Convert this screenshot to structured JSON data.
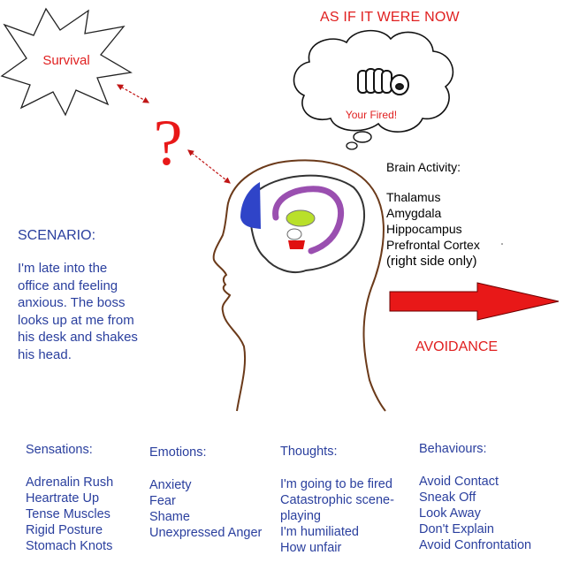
{
  "header": {
    "title": "AS IF IT WERE NOW"
  },
  "thought_bubble": {
    "speech": "Your Fired!"
  },
  "starburst": {
    "label": "Survival"
  },
  "question_mark": "?",
  "scenario": {
    "title": "SCENARIO:",
    "lines": [
      "I'm late into the",
      "office and feeling",
      "anxious. The boss",
      "looks up at me from",
      "his desk and shakes",
      "his head."
    ]
  },
  "brain_activity": {
    "title": "Brain Activity:",
    "regions": [
      "Thalamus",
      "Amygdala",
      "Hippocampus",
      "Prefrontal Cortex"
    ],
    "note": "(right side only)"
  },
  "outcome": {
    "label": "AVOIDANCE"
  },
  "columns": [
    {
      "header": "Sensations:",
      "items": [
        "Adrenalin Rush",
        "Heartrate Up",
        "Tense Muscles",
        "Rigid Posture",
        "Stomach Knots"
      ]
    },
    {
      "header": "Emotions:",
      "items": [
        "Anxiety",
        "Fear",
        "Shame",
        "Unexpressed Anger"
      ]
    },
    {
      "header": "Thoughts:",
      "items": [
        "I'm going to be fired",
        "Catastrophic scene-",
        "playing",
        "I'm humiliated",
        "How unfair"
      ]
    },
    {
      "header": "Behaviours:",
      "items": [
        "Avoid Contact",
        "Sneak Off",
        "Look Away",
        "Don't Explain",
        "Avoid Confrontation"
      ]
    }
  ],
  "colors": {
    "text_blue": "#2a3f9e",
    "text_red": "#e02020",
    "arrow_red": "#e81818",
    "head_outline": "#6b3a1a",
    "brain_purple": "#9a4fb0",
    "lobe_blue": "#2f44c8",
    "thalamus_green": "#b9e02a",
    "amygdala_red": "#e01010"
  },
  "icons": [
    "starburst-icon",
    "thought-cloud-icon",
    "fist-icon",
    "head-profile-icon",
    "brain-icon",
    "right-arrow-icon"
  ]
}
